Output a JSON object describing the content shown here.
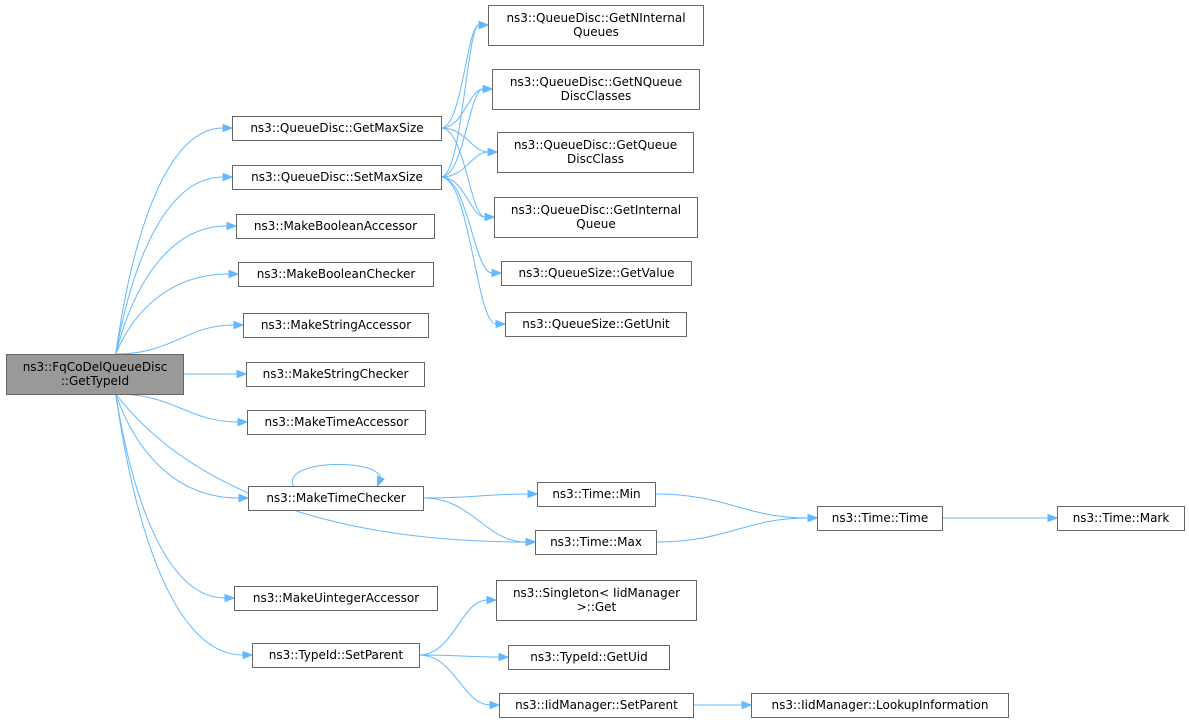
{
  "diagram": {
    "nodes": [
      {
        "id": "root",
        "lines": [
          "ns3::FqCoDelQueueDisc",
          "::GetTypeId"
        ],
        "root": true
      },
      {
        "id": "getMaxSize",
        "lines": [
          "ns3::QueueDisc::GetMaxSize"
        ]
      },
      {
        "id": "setMaxSize",
        "lines": [
          "ns3::QueueDisc::SetMaxSize"
        ]
      },
      {
        "id": "makeBoolAcc",
        "lines": [
          "ns3::MakeBooleanAccessor"
        ]
      },
      {
        "id": "makeBoolChk",
        "lines": [
          "ns3::MakeBooleanChecker"
        ]
      },
      {
        "id": "makeStrAcc",
        "lines": [
          "ns3::MakeStringAccessor"
        ]
      },
      {
        "id": "makeStrChk",
        "lines": [
          "ns3::MakeStringChecker"
        ]
      },
      {
        "id": "makeTimeAcc",
        "lines": [
          "ns3::MakeTimeAccessor"
        ]
      },
      {
        "id": "makeTimeChk",
        "lines": [
          "ns3::MakeTimeChecker"
        ]
      },
      {
        "id": "makeUintAcc",
        "lines": [
          "ns3::MakeUintegerAccessor"
        ]
      },
      {
        "id": "setParent",
        "lines": [
          "ns3::TypeId::SetParent"
        ]
      },
      {
        "id": "getNInternalQueues",
        "lines": [
          "ns3::QueueDisc::GetNInternal",
          "Queues"
        ]
      },
      {
        "id": "getNQueueDiscClasses",
        "lines": [
          "ns3::QueueDisc::GetNQueue",
          "DiscClasses"
        ]
      },
      {
        "id": "getQueueDiscClass",
        "lines": [
          "ns3::QueueDisc::GetQueue",
          "DiscClass"
        ]
      },
      {
        "id": "getInternalQueue",
        "lines": [
          "ns3::QueueDisc::GetInternal",
          "Queue"
        ]
      },
      {
        "id": "qsGetValue",
        "lines": [
          "ns3::QueueSize::GetValue"
        ]
      },
      {
        "id": "qsGetUnit",
        "lines": [
          "ns3::QueueSize::GetUnit"
        ]
      },
      {
        "id": "timeMin",
        "lines": [
          "ns3::Time::Min"
        ]
      },
      {
        "id": "timeMax",
        "lines": [
          "ns3::Time::Max"
        ]
      },
      {
        "id": "timeTime",
        "lines": [
          "ns3::Time::Time"
        ]
      },
      {
        "id": "timeMark",
        "lines": [
          "ns3::Time::Mark"
        ]
      },
      {
        "id": "singletonGet",
        "lines": [
          "ns3::Singleton< IidManager",
          ">::Get"
        ]
      },
      {
        "id": "typeIdGetUid",
        "lines": [
          "ns3::TypeId::GetUid"
        ]
      },
      {
        "id": "iidSetParent",
        "lines": [
          "ns3::IidManager::SetParent"
        ]
      },
      {
        "id": "lookupInfo",
        "lines": [
          "ns3::IidManager::LookupInformation"
        ]
      }
    ],
    "edges": [
      [
        "root",
        "getMaxSize"
      ],
      [
        "root",
        "setMaxSize"
      ],
      [
        "root",
        "makeBoolAcc"
      ],
      [
        "root",
        "makeBoolChk"
      ],
      [
        "root",
        "makeStrAcc"
      ],
      [
        "root",
        "makeStrChk"
      ],
      [
        "root",
        "makeTimeAcc"
      ],
      [
        "root",
        "makeTimeChk"
      ],
      [
        "root",
        "timeMax"
      ],
      [
        "root",
        "makeUintAcc"
      ],
      [
        "root",
        "setParent"
      ],
      [
        "getMaxSize",
        "getNInternalQueues"
      ],
      [
        "getMaxSize",
        "getNQueueDiscClasses"
      ],
      [
        "getMaxSize",
        "getQueueDiscClass"
      ],
      [
        "getMaxSize",
        "getInternalQueue"
      ],
      [
        "setMaxSize",
        "getNInternalQueues"
      ],
      [
        "setMaxSize",
        "getNQueueDiscClasses"
      ],
      [
        "setMaxSize",
        "getQueueDiscClass"
      ],
      [
        "setMaxSize",
        "getInternalQueue"
      ],
      [
        "setMaxSize",
        "qsGetValue"
      ],
      [
        "setMaxSize",
        "qsGetUnit"
      ],
      [
        "makeTimeChk",
        "makeTimeChk"
      ],
      [
        "makeTimeChk",
        "timeMin"
      ],
      [
        "makeTimeChk",
        "timeMax"
      ],
      [
        "timeMin",
        "timeTime"
      ],
      [
        "timeMax",
        "timeTime"
      ],
      [
        "timeTime",
        "timeMark"
      ],
      [
        "setParent",
        "singletonGet"
      ],
      [
        "setParent",
        "typeIdGetUid"
      ],
      [
        "setParent",
        "iidSetParent"
      ],
      [
        "iidSetParent",
        "lookupInfo"
      ]
    ]
  },
  "colors": {
    "edge": "#63b8ff",
    "node_border": "#666666",
    "root_fill": "#999999",
    "node_fill": "#ffffff"
  }
}
